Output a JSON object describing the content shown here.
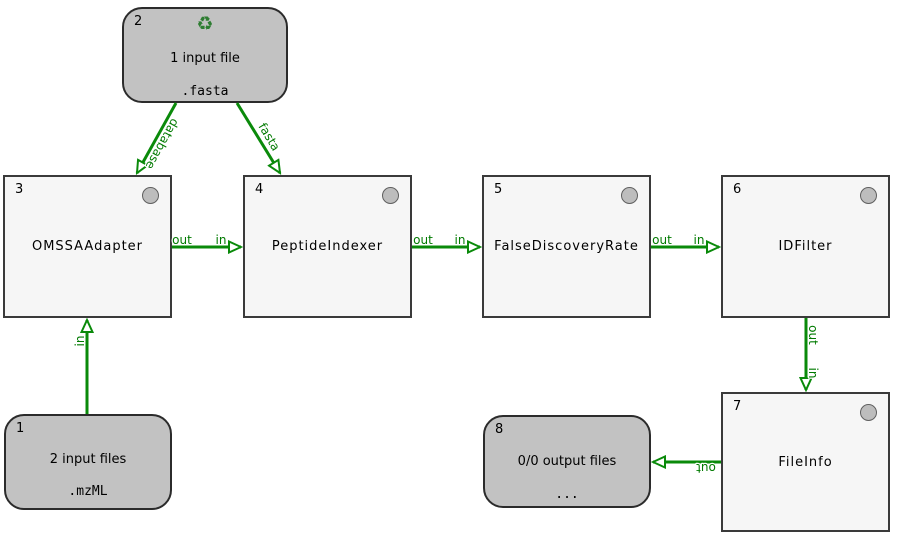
{
  "nodes": {
    "input_fasta": {
      "number": "2",
      "title": "1 input file",
      "subtitle": ".fasta"
    },
    "input_mzml": {
      "number": "1",
      "title": "2 input files",
      "subtitle": ".mzML"
    },
    "omssa": {
      "number": "3",
      "title": "OMSSAAdapter"
    },
    "peptide_indexer": {
      "number": "4",
      "title": "PeptideIndexer"
    },
    "fdr": {
      "number": "5",
      "title": "FalseDiscoveryRate"
    },
    "id_filter": {
      "number": "6",
      "title": "IDFilter"
    },
    "file_info": {
      "number": "7",
      "title": "FileInfo"
    },
    "output": {
      "number": "8",
      "title": "0/0 output files",
      "subtitle": "..."
    }
  },
  "edges": {
    "fasta_to_omssa": {
      "label": "database"
    },
    "fasta_to_indexer": {
      "label": "fasta"
    },
    "omssa_to_indexer": {
      "source_label": "out",
      "target_label": "in"
    },
    "indexer_to_fdr": {
      "source_label": "out",
      "target_label": "in"
    },
    "fdr_to_idfilter": {
      "source_label": "out",
      "target_label": "in"
    },
    "idfilter_to_fileinfo": {
      "source_label": "out",
      "target_label": "in"
    },
    "fileinfo_to_output": {
      "source_label": "out"
    },
    "mzml_to_omssa": {
      "target_label": "in"
    }
  },
  "icons": {
    "recycle_icon": "♻"
  },
  "colors": {
    "edge_green": "#0a8a0a",
    "label_green": "#007a00",
    "recycle_green": "#2e7d32",
    "io_node_fill": "#c2c2c2",
    "tool_node_fill": "#f6f6f6",
    "node_border": "#3a3a3a",
    "status_circle_fill": "#bdbdbd",
    "canvas_background": "#ffffff"
  }
}
